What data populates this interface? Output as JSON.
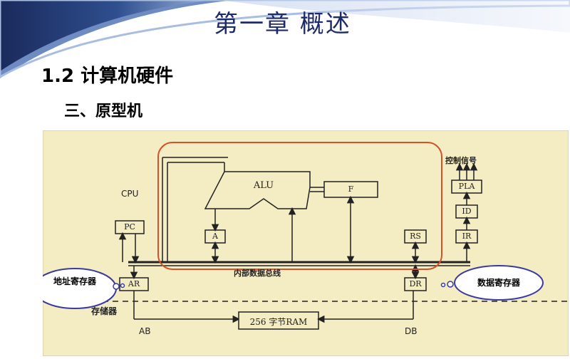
{
  "slide": {
    "title": "第一章  概述",
    "section": "1.2 计算机硬件",
    "subsection": "三、原型机"
  },
  "diagram": {
    "cpu_label": "CPU",
    "alu_label": "ALU",
    "f_label": "F",
    "a_label": "A",
    "pc_label": "PC",
    "ar_label": "AR",
    "rs_label": "RS",
    "dr_label": "DR",
    "pla_label": "PLA",
    "id_label": "ID",
    "ir_label": "IR",
    "control_signal_label": "控制信号",
    "internal_bus_label": "内部数据总线",
    "memory_label": "存储器",
    "ram_label": "256 字节RAM",
    "ab_label": "AB",
    "db_label": "DB"
  },
  "callouts": {
    "address_register": "地址寄存器",
    "data_register": "数据寄存器"
  },
  "colors": {
    "title_blue": "#1e2a6e",
    "banner_navy": "#1a2a5c",
    "highlight_red": "#d4502a",
    "paper_beige": "#f4ecc2"
  }
}
